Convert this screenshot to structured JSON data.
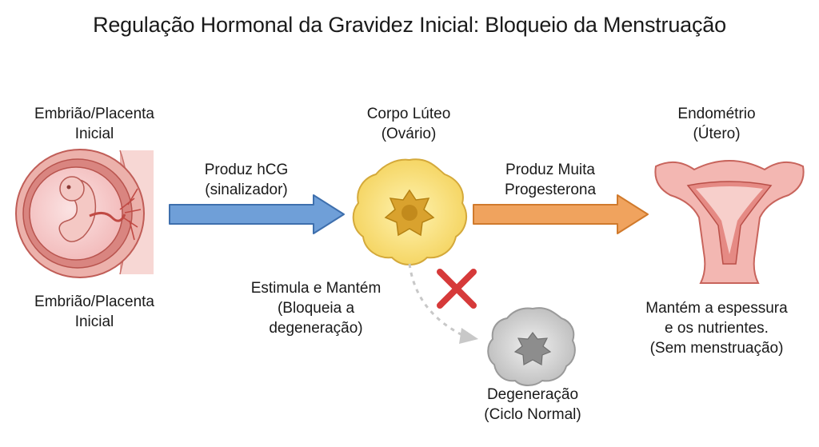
{
  "title": "Regulação Hormonal da Gravidez Inicial: Bloqueio da Menstruação",
  "nodes": {
    "embryo_top": "Embrião/Placenta\nInicial",
    "embryo_bottom": "Embrião/Placenta\nInicial",
    "corpus_luteum": "Corpo Lúteo\n(Ovário)",
    "endometrium": "Endométrio\n(Útero)",
    "degeneration": "Degeneração\n(Ciclo Normal)"
  },
  "arrows": {
    "hcg": "Produz hCG\n(sinalizador)",
    "progesterone": "Produz Muita\nProgesterona"
  },
  "notes": {
    "stimulate": "Estimula e Mantém\n(Bloqueia a\ndegeneração)",
    "endometrium_effect": "Mantém a espessura\ne os nutrientes.\n(Sem menstruação)"
  },
  "colors": {
    "hcg_arrow": "#6f9fd8",
    "progesterone_arrow": "#f0a35e",
    "corpus_luteum": "#f8e07a",
    "blocked_x": "#d63a3a",
    "degenerated": "#c9c9c9"
  },
  "icons": {
    "embryo": "embryo-in-uterus-icon",
    "corpus_luteum": "corpus-luteum-icon",
    "uterus": "uterus-icon",
    "blocked": "x-mark-icon",
    "degenerated": "degenerated-corpus-luteum-icon"
  }
}
